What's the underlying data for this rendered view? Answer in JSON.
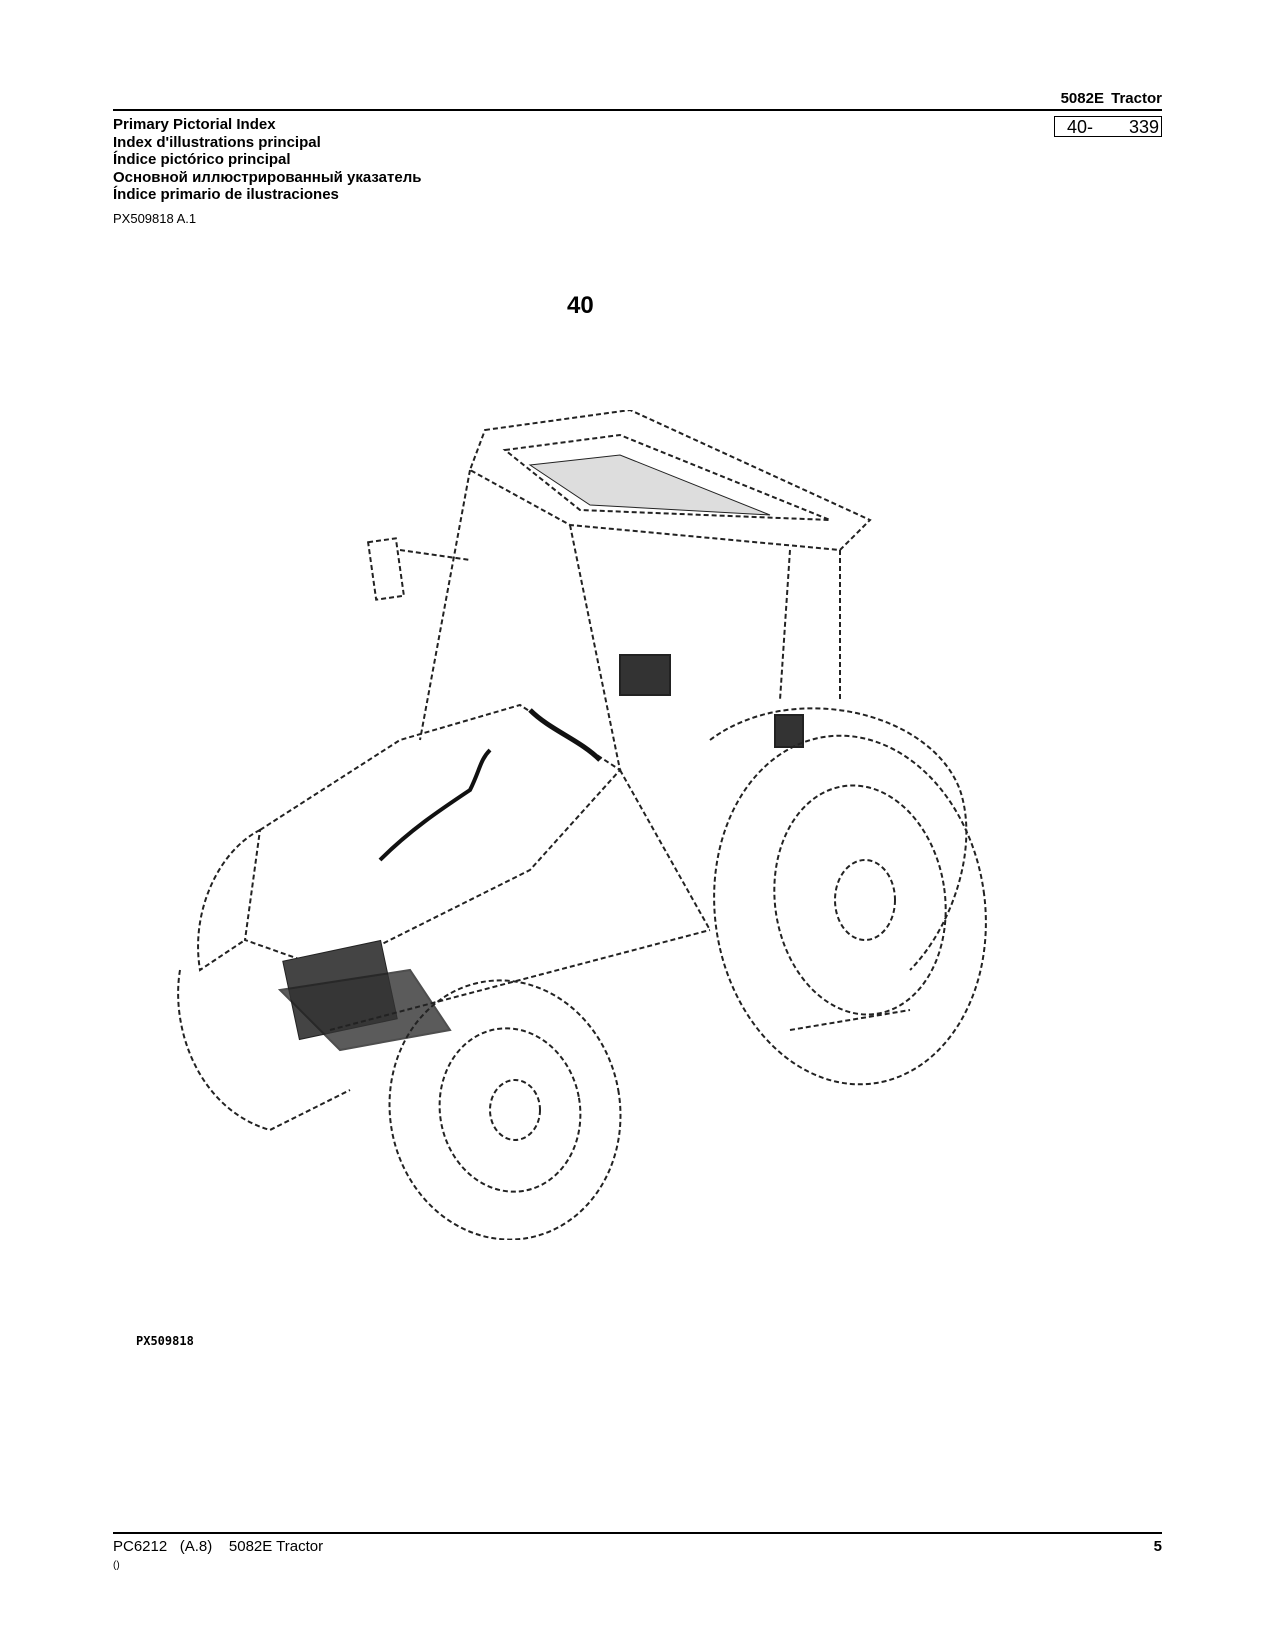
{
  "header": {
    "model": "5082E  Tractor",
    "section": "40-",
    "page": "339"
  },
  "titles": [
    "Primary Pictorial Index",
    "Index d'illustrations principal",
    "Índice pictórico principal",
    "Основной иллюстрированный указатель",
    "Índice primario de ilustraciones"
  ],
  "reference": "PX509818 A.1",
  "section_number": "40",
  "figure": {
    "label": "PX509818",
    "icon": "tractor-illustration"
  },
  "footer": {
    "left": "PC6212   (A.8)    5082E Tractor",
    "sub": "()",
    "page_number": "5"
  }
}
